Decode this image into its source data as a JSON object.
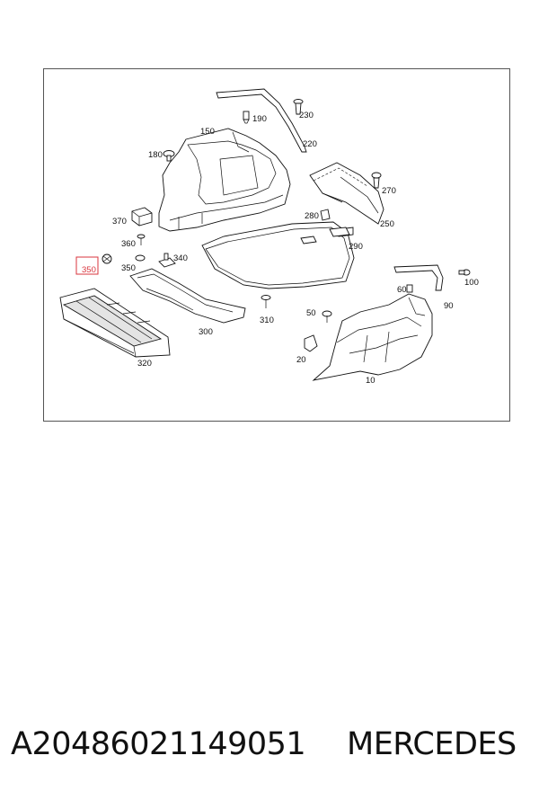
{
  "diagram": {
    "labels": {
      "l10": "10",
      "l20": "20",
      "l50": "50",
      "l60": "60",
      "l90": "90",
      "l100": "100",
      "l150": "150",
      "l180": "180",
      "l190": "190",
      "l220": "220",
      "l230": "230",
      "l250": "250",
      "l270": "270",
      "l280": "280",
      "l290": "290",
      "l300": "300",
      "l310": "310",
      "l320": "320",
      "l340": "340",
      "l350a": "350",
      "l350b": "350",
      "l360": "360",
      "l370": "370"
    },
    "highlight_color": "#d9363e"
  },
  "footer": {
    "part_number": "A20486021149051",
    "brand": "MERCEDES"
  }
}
